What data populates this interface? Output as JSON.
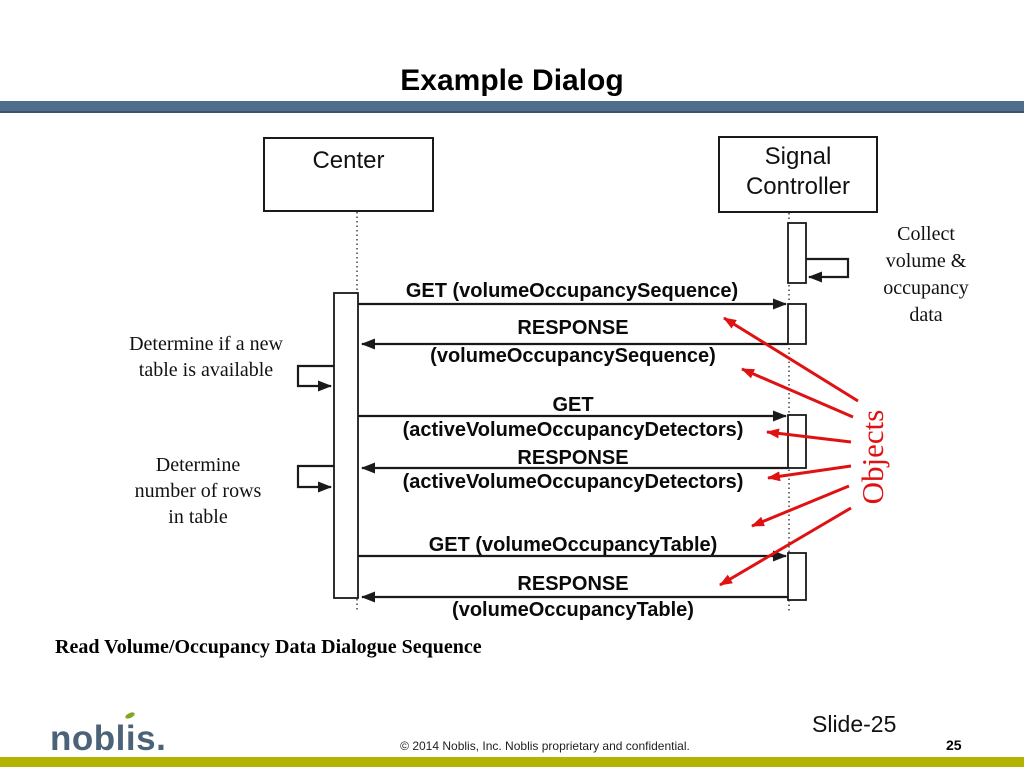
{
  "slide": {
    "title": "Example Dialog",
    "caption": "Read Volume/Occupancy Data Dialogue Sequence",
    "footer": {
      "logo_part1": "nobl",
      "logo_part2": "i",
      "logo_part3": "s.",
      "copyright": "© 2014 Noblis, Inc. Noblis proprietary and confidential.",
      "slide_label": "Slide-25",
      "page_number": "25"
    }
  },
  "diagram": {
    "actors": {
      "left": "Center",
      "right": "Signal Controller"
    },
    "messages": [
      {
        "label": "GET (volumeOccupancySequence)",
        "direction": "right"
      },
      {
        "label": "RESPONSE",
        "label2": "(volumeOccupancySequence)",
        "direction": "left"
      },
      {
        "label": "GET",
        "label2": "(activeVolumeOccupancyDetectors)",
        "direction": "right"
      },
      {
        "label": "RESPONSE",
        "label2": "(activeVolumeOccupancyDetectors)",
        "direction": "left"
      },
      {
        "label": "GET (volumeOccupancyTable)",
        "direction": "right"
      },
      {
        "label": "RESPONSE",
        "label2": "(volumeOccupancyTable)",
        "direction": "left"
      }
    ],
    "annotations": {
      "left1": [
        "Determine if a new",
        "table is available"
      ],
      "left2": [
        "Determine",
        "number of rows",
        "in table"
      ],
      "right1": [
        "Collect",
        "volume &",
        "occupancy",
        "data"
      ],
      "objects_label": "Objects"
    },
    "colors": {
      "red_accent": "#e01112",
      "header_bar": "#4f6e8c",
      "footer_bar": "#b2b400",
      "logo_blue": "#4a6379",
      "logo_green": "#7fa71f"
    }
  }
}
